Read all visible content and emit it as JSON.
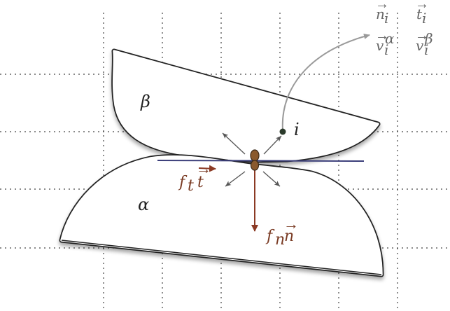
{
  "labels": {
    "alpha": "α",
    "beta": "β",
    "i": "i",
    "ft": "f",
    "ft_sub": "t",
    "ft_vec": "t",
    "fn": "f",
    "fn_sub": "n",
    "fn_vec": "n",
    "n_i": "n",
    "t_i": "t",
    "v_i": "v",
    "v_sub": "i",
    "v_alpha": "α",
    "v_beta": "β",
    "vec_arrow": "→"
  },
  "colors": {
    "outline": "#222222",
    "contact_line": "#3b3e7a",
    "force": "#8b3a24",
    "gray_arrow": "#9a9a9a",
    "normals": "#555555",
    "node": "#2b3a2b",
    "contact_point": "#8a5a2e"
  }
}
